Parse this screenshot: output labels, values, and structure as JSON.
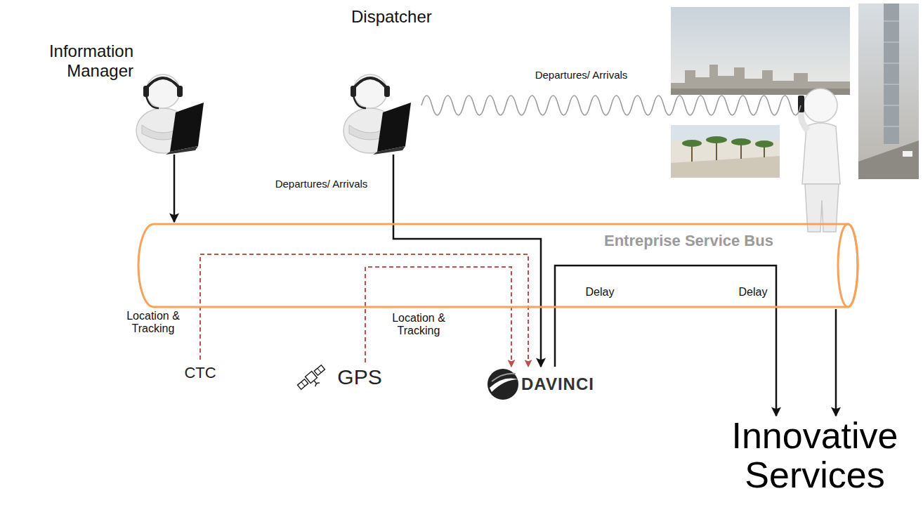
{
  "diagram": {
    "nodes": [
      {
        "text": [
          "Information Manager"
        ]
      },
      {
        "text": [
          "Dispatcher"
        ]
      },
      {
        "text": [
          "Entreprise Service Bus"
        ]
      },
      {
        "text": [
          "CTC"
        ]
      },
      {
        "text": [
          "GPS"
        ]
      },
      {
        "text": [
          "DAVINCI"
        ]
      },
      {
        "text": [
          "Innovative Services"
        ]
      }
    ],
    "edges": [
      {
        "from": 0,
        "to": 2,
        "arrow": "to"
      },
      {
        "from": 1,
        "to": 5,
        "label": "Departures/ Arrivals",
        "arrow": "to"
      },
      {
        "from": 3,
        "to": 5,
        "label": "Location & Tracking",
        "arrow": "to"
      },
      {
        "from": 4,
        "to": 5,
        "label": "Location & Tracking",
        "arrow": "to"
      },
      {
        "from": 5,
        "to": 6,
        "label": "Delay",
        "arrow": "to"
      },
      {
        "from": 2,
        "to": 6,
        "arrow": "to"
      }
    ],
    "labels": [
      "Departures/ Arrivals",
      "Delay"
    ]
  }
}
